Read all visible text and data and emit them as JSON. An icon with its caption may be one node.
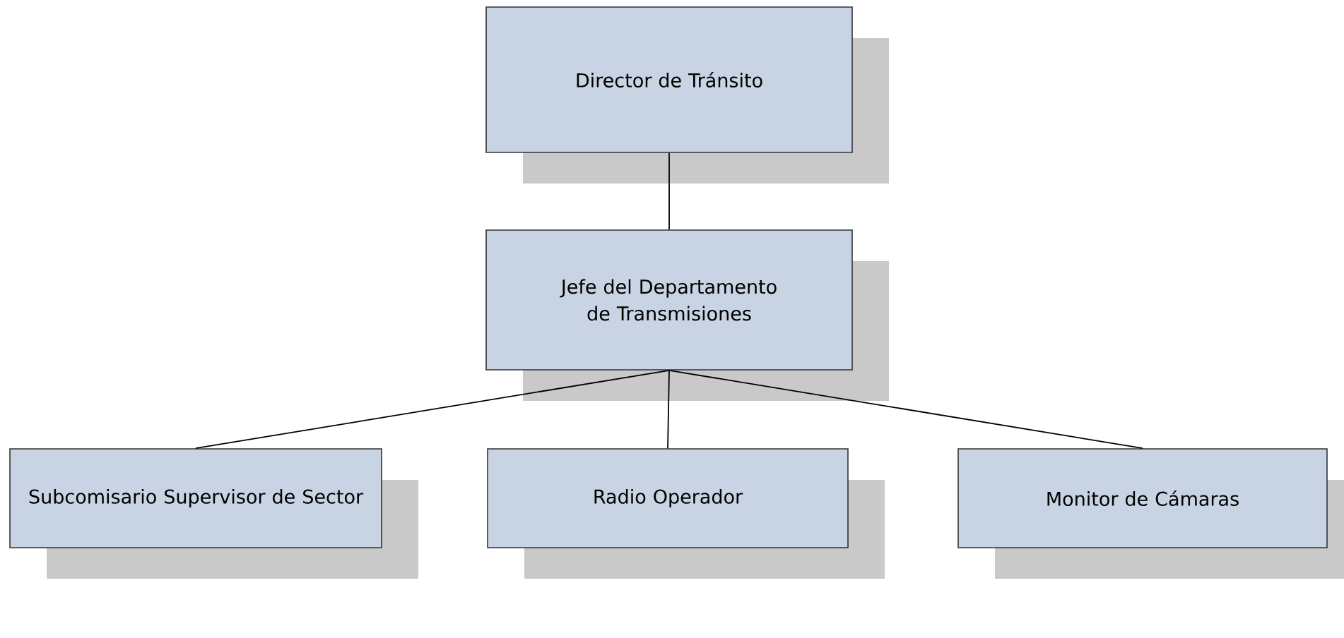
{
  "diagram": {
    "nodes": [
      {
        "text": [
          "Director de Tránsito"
        ]
      },
      {
        "text": [
          "Jefe del Departamento de Transmisiones"
        ]
      },
      {
        "text": [
          "Subcomisario Supervisor de Sector"
        ]
      },
      {
        "text": [
          "Radio Operador"
        ]
      },
      {
        "text": [
          "Monitor de Cámaras"
        ]
      }
    ],
    "edges": [
      {
        "from": 0,
        "to": 1,
        "arrow": "none"
      },
      {
        "from": 1,
        "to": 2,
        "arrow": "none"
      },
      {
        "from": 1,
        "to": 3,
        "arrow": "none"
      },
      {
        "from": 1,
        "to": 4,
        "arrow": "none"
      }
    ]
  }
}
